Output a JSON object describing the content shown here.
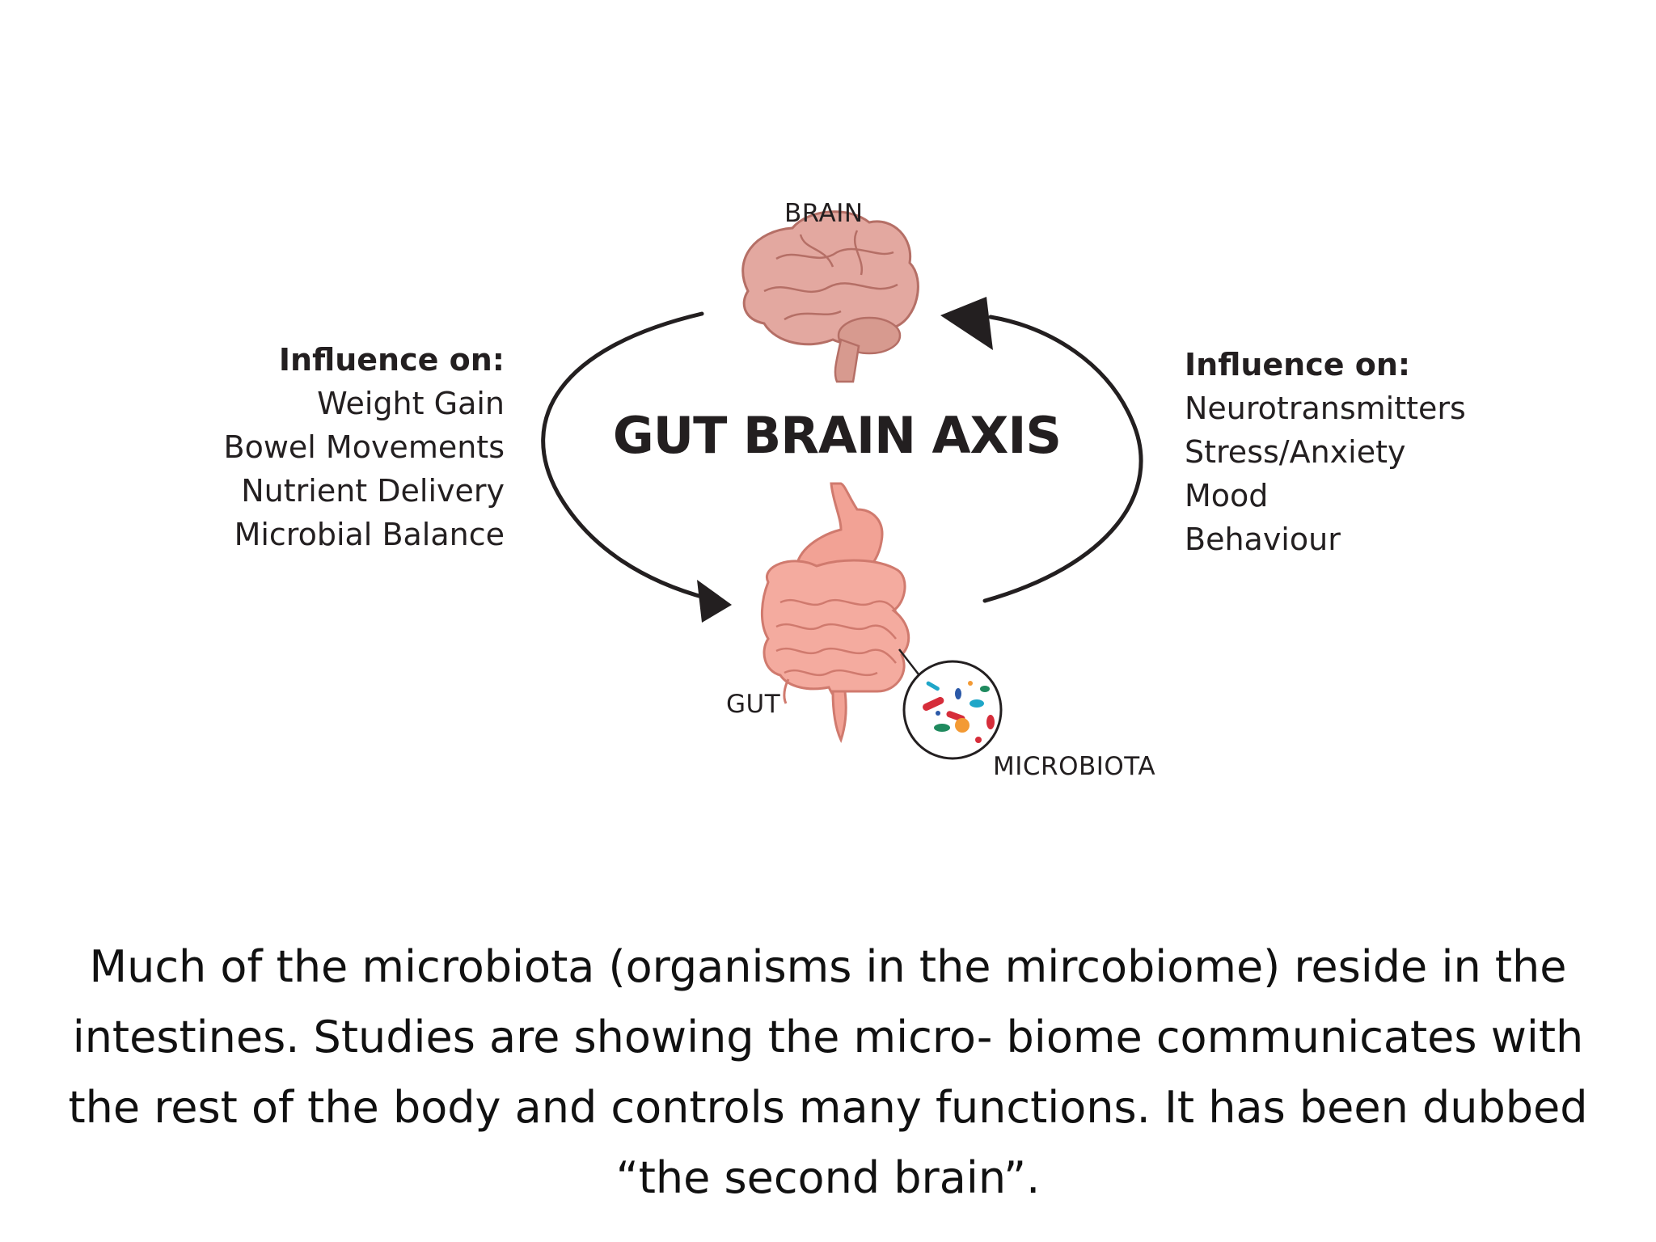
{
  "diagram": {
    "title": "GUT BRAIN AXIS",
    "brain_label": "BRAIN",
    "gut_label": "GUT",
    "microbiota_label": "MICROBIOTA",
    "left_influence": {
      "heading": "Influence on:",
      "items": [
        "Weight Gain",
        "Bowel Movements",
        "Nutrient Delivery",
        "Microbial Balance"
      ]
    },
    "right_influence": {
      "heading": "Influence on:",
      "items": [
        "Neurotransmitters",
        "Stress/Anxiety",
        "Mood",
        "Behaviour"
      ]
    }
  },
  "caption": "Much of the microbiota (organisms in the mircobiome) reside in the intestines. Studies are showing the micro- biome communicates with the rest of the body and controls many functions. It has been dubbed “the second brain”.",
  "colors": {
    "text": "#231f20",
    "brain": "#e0a29a",
    "brain_outline": "#b56f66",
    "gut": "#f2a295",
    "gut_outline": "#d07a6e",
    "arrow": "#231f20"
  }
}
